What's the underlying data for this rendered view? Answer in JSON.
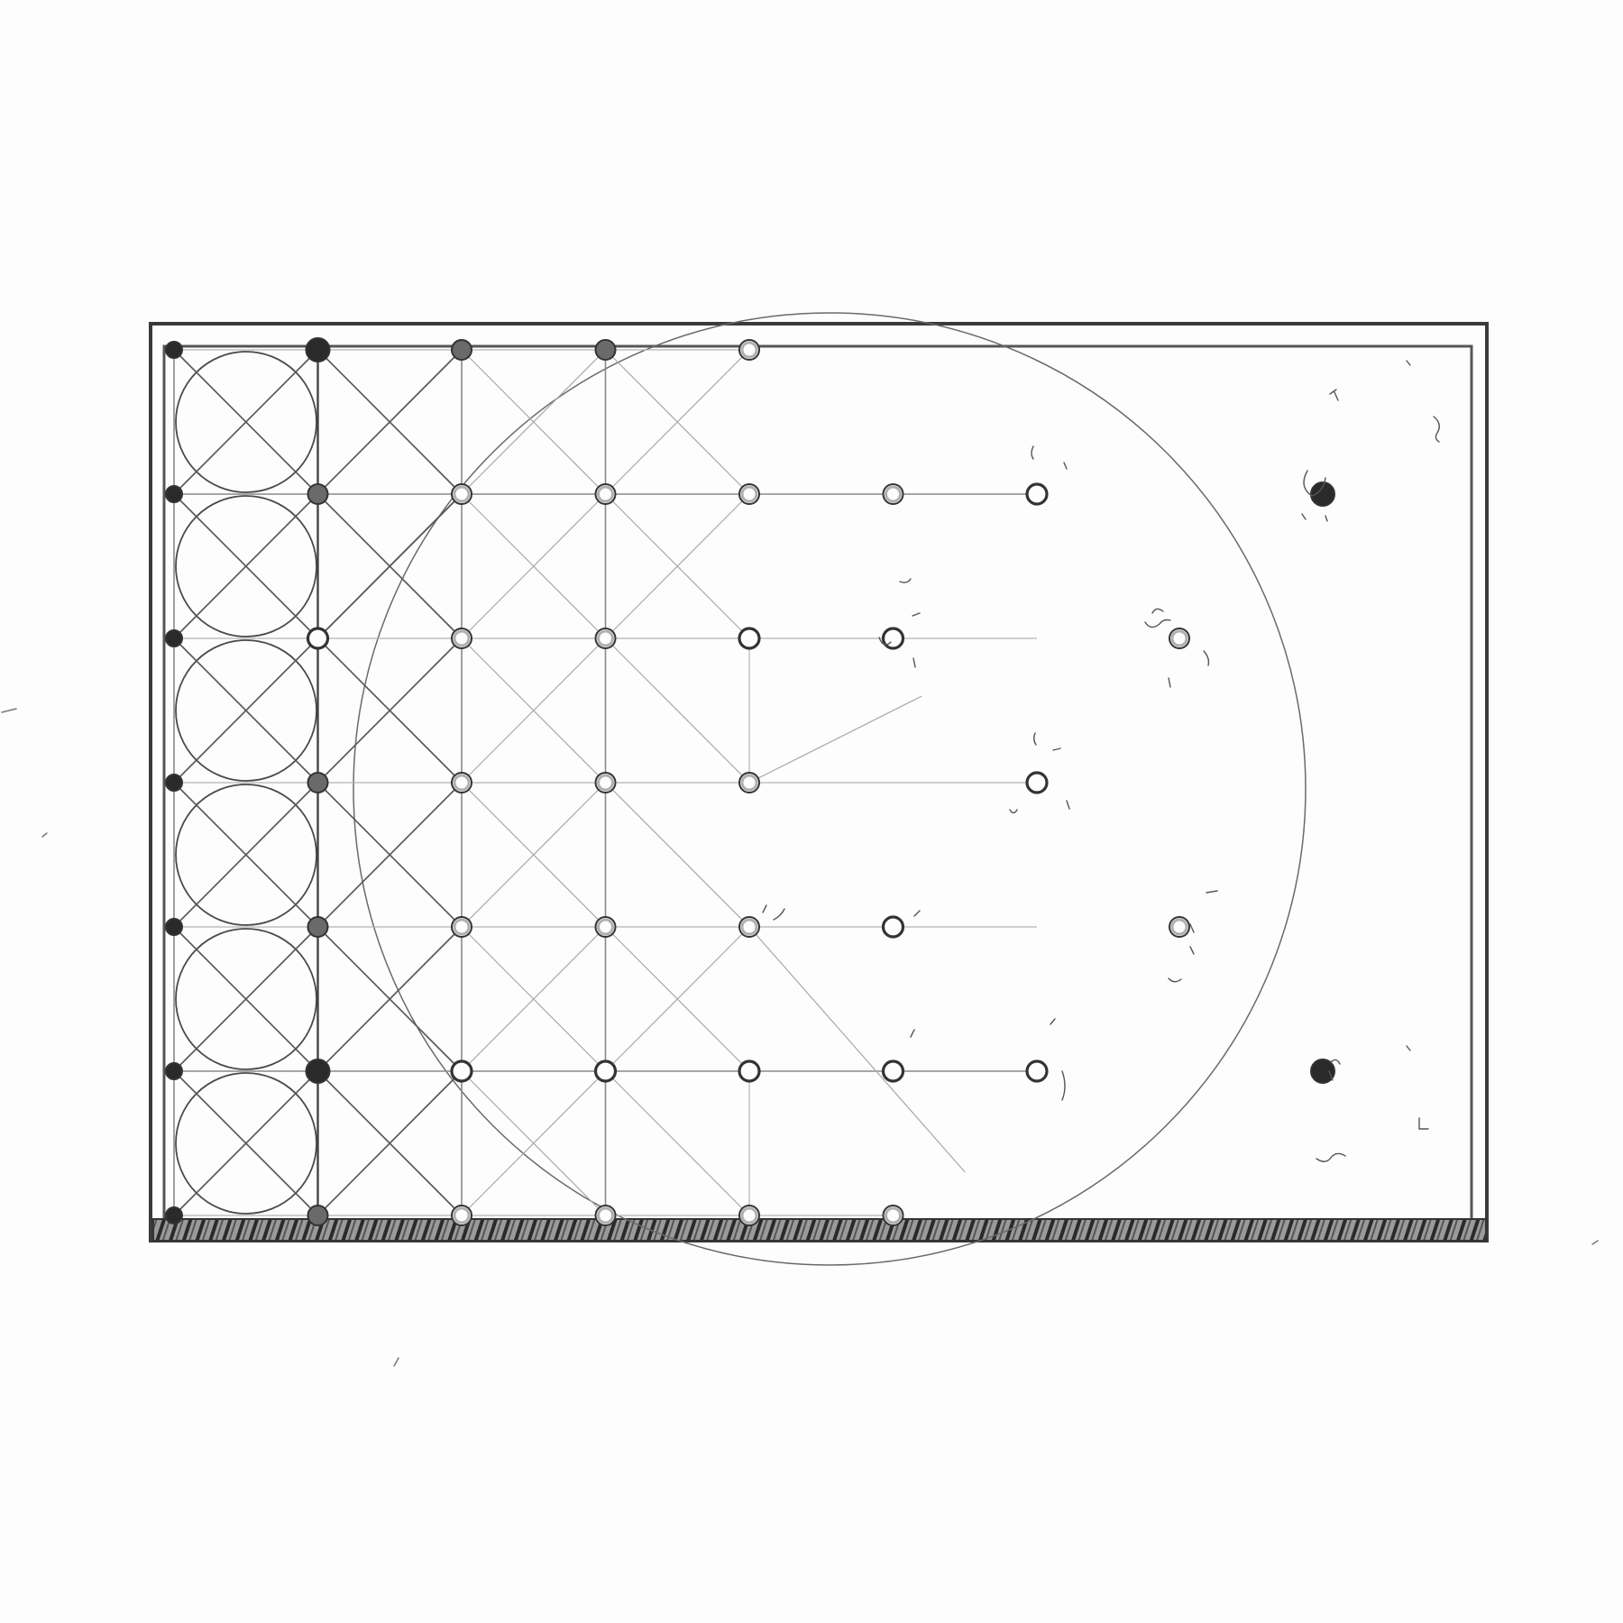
{
  "drawing": {
    "style": "pencil sketch",
    "colors": {
      "paper": "#fdfdfd",
      "graphite_dark": "#2a2a2a",
      "graphite_mid": "#6a6a6a",
      "graphite_light": "#b0b0b0"
    },
    "grid": {
      "columns": 10,
      "rows": 7,
      "description_note": ""
    },
    "nodes": [
      {
        "col": 0,
        "row": 0,
        "fill": "dark"
      },
      {
        "col": 1,
        "row": 0,
        "fill": "dark"
      },
      {
        "col": 2,
        "row": 0,
        "fill": "mid"
      },
      {
        "col": 3,
        "row": 0,
        "fill": "mid"
      },
      {
        "col": 4,
        "row": 0,
        "fill": "light"
      },
      {
        "col": 0,
        "row": 1,
        "fill": "dark"
      },
      {
        "col": 1,
        "row": 1,
        "fill": "mid"
      },
      {
        "col": 2,
        "row": 1,
        "fill": "light"
      },
      {
        "col": 3,
        "row": 1,
        "fill": "light"
      },
      {
        "col": 4,
        "row": 1,
        "fill": "light"
      },
      {
        "col": 5,
        "row": 1,
        "fill": "light"
      },
      {
        "col": 6,
        "row": 1,
        "fill": "open"
      },
      {
        "col": 8,
        "row": 1,
        "fill": "dark"
      },
      {
        "col": 0,
        "row": 2,
        "fill": "dark"
      },
      {
        "col": 1,
        "row": 2,
        "fill": "open"
      },
      {
        "col": 2,
        "row": 2,
        "fill": "light"
      },
      {
        "col": 3,
        "row": 2,
        "fill": "light"
      },
      {
        "col": 4,
        "row": 2,
        "fill": "open"
      },
      {
        "col": 5,
        "row": 2,
        "fill": "open"
      },
      {
        "col": 7,
        "row": 2,
        "fill": "light"
      },
      {
        "col": 0,
        "row": 3,
        "fill": "dark"
      },
      {
        "col": 1,
        "row": 3,
        "fill": "mid"
      },
      {
        "col": 2,
        "row": 3,
        "fill": "light"
      },
      {
        "col": 3,
        "row": 3,
        "fill": "light"
      },
      {
        "col": 4,
        "row": 3,
        "fill": "light"
      },
      {
        "col": 6,
        "row": 3,
        "fill": "open"
      },
      {
        "col": 0,
        "row": 4,
        "fill": "dark"
      },
      {
        "col": 1,
        "row": 4,
        "fill": "mid"
      },
      {
        "col": 2,
        "row": 4,
        "fill": "light"
      },
      {
        "col": 3,
        "row": 4,
        "fill": "light"
      },
      {
        "col": 4,
        "row": 4,
        "fill": "light"
      },
      {
        "col": 5,
        "row": 4,
        "fill": "open"
      },
      {
        "col": 7,
        "row": 4,
        "fill": "light"
      },
      {
        "col": 0,
        "row": 5,
        "fill": "dark"
      },
      {
        "col": 1,
        "row": 5,
        "fill": "dark"
      },
      {
        "col": 2,
        "row": 5,
        "fill": "open"
      },
      {
        "col": 3,
        "row": 5,
        "fill": "open"
      },
      {
        "col": 4,
        "row": 5,
        "fill": "open"
      },
      {
        "col": 5,
        "row": 5,
        "fill": "open"
      },
      {
        "col": 6,
        "row": 5,
        "fill": "open"
      },
      {
        "col": 8,
        "row": 5,
        "fill": "dark"
      },
      {
        "col": 0,
        "row": 6,
        "fill": "dark"
      },
      {
        "col": 1,
        "row": 6,
        "fill": "mid"
      },
      {
        "col": 2,
        "row": 6,
        "fill": "light"
      },
      {
        "col": 3,
        "row": 6,
        "fill": "light"
      },
      {
        "col": 4,
        "row": 6,
        "fill": "light"
      },
      {
        "col": 5,
        "row": 6,
        "fill": "light"
      }
    ],
    "cell_circles_rows": [
      0,
      1,
      2,
      3,
      4,
      5
    ]
  }
}
